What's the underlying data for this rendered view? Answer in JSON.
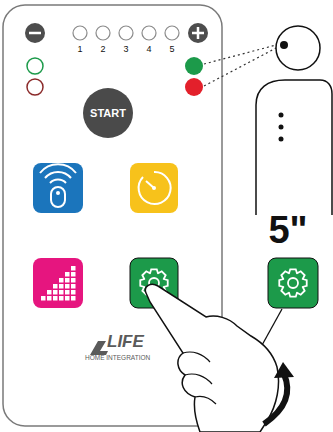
{
  "diagram": {
    "nodes": [
      {
        "text": [
          "LIFE",
          "HOME INTEGRATION"
        ]
      },
      {
        "text": [
          "START"
        ],
        "in": 0
      }
    ],
    "labels": [
      "1",
      "2",
      "3",
      "4",
      "5",
      "5\""
    ]
  }
}
